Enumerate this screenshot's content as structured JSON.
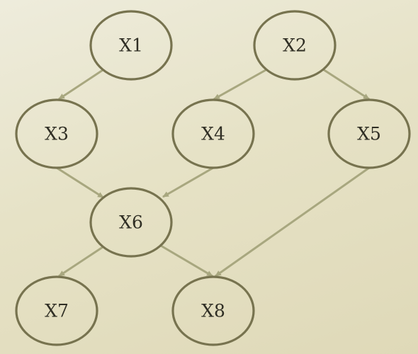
{
  "diagram": {
    "nodes": [
      {
        "id": "X1",
        "label": "X1"
      },
      {
        "id": "X2",
        "label": "X2"
      },
      {
        "id": "X3",
        "label": "X3"
      },
      {
        "id": "X4",
        "label": "X4"
      },
      {
        "id": "X5",
        "label": "X5"
      },
      {
        "id": "X6",
        "label": "X6"
      },
      {
        "id": "X7",
        "label": "X7"
      },
      {
        "id": "X8",
        "label": "X8"
      }
    ],
    "edges": [
      {
        "from": "X1",
        "to": "X3"
      },
      {
        "from": "X2",
        "to": "X4"
      },
      {
        "from": "X2",
        "to": "X5"
      },
      {
        "from": "X3",
        "to": "X6"
      },
      {
        "from": "X4",
        "to": "X6"
      },
      {
        "from": "X5",
        "to": "X8"
      },
      {
        "from": "X6",
        "to": "X7"
      },
      {
        "from": "X6",
        "to": "X8"
      }
    ],
    "colors": {
      "background": "#e6e2c6",
      "node_stroke": "#77734f",
      "edge": "#a8a77f",
      "text": "#2f2e24"
    }
  }
}
